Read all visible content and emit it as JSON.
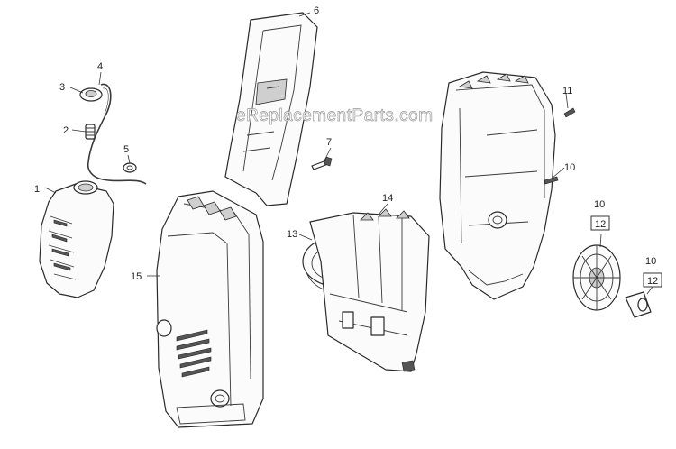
{
  "watermark": "eReplacementParts.com",
  "callouts": {
    "c1": "1",
    "c2": "2",
    "c3": "3",
    "c4": "4",
    "c5": "5",
    "c6": "6",
    "c7": "7",
    "c10a": "10",
    "c10b": "10",
    "c10c": "10",
    "c11": "11",
    "c12a": "12",
    "c12b": "12",
    "c13": "13",
    "c14": "14",
    "c15": "15"
  }
}
